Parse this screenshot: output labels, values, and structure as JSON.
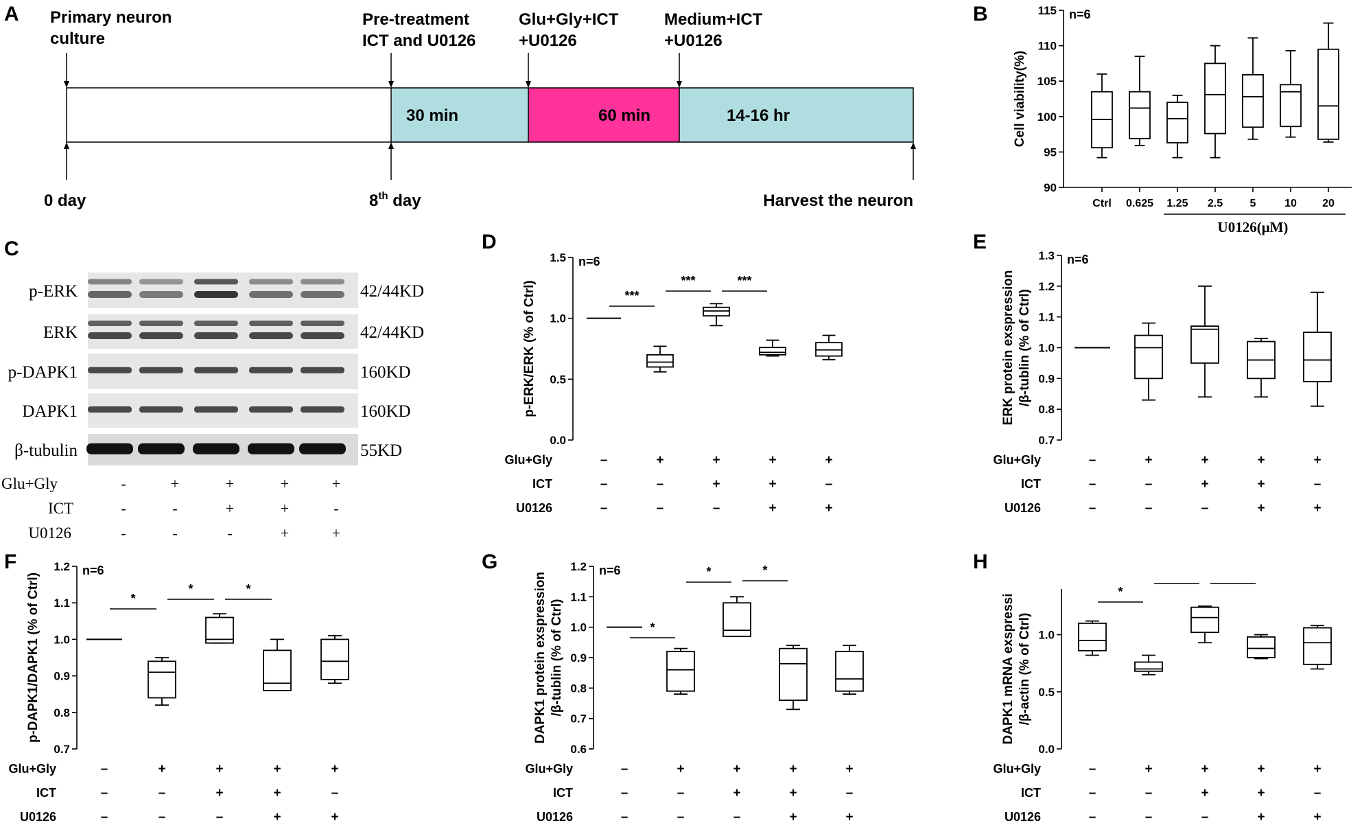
{
  "panels": {
    "A": "A",
    "B": "B",
    "C": "C",
    "D": "D",
    "E": "E",
    "F": "F",
    "G": "G",
    "H": "H"
  },
  "timeline": {
    "top_labels": [
      {
        "lines": [
          "Primary neuron",
          "culture"
        ]
      },
      {
        "lines": [
          "Pre-treatment",
          "ICT and U0126"
        ]
      },
      {
        "lines": [
          "Glu+Gly+ICT",
          "+U0126"
        ]
      },
      {
        "lines": [
          "Medium+ICT",
          "+U0126"
        ]
      }
    ],
    "segments": [
      {
        "label": "",
        "color": "#ffffff"
      },
      {
        "label": "30 min",
        "color": "#b0dde0"
      },
      {
        "label": "60 min",
        "color": "#ff3399"
      },
      {
        "label": "14-16 hr",
        "color": "#b0dde0"
      }
    ],
    "bottom_labels": {
      "day0": "0 day",
      "day8_num": "8",
      "day8_sup": "th",
      "day8_rest": " day",
      "harvest": "Harvest the neuron"
    }
  },
  "western": {
    "bands": [
      {
        "name": "p-ERK",
        "size": "42/44KD"
      },
      {
        "name": "ERK",
        "size": "42/44KD"
      },
      {
        "name": "p-DAPK1",
        "size": "160KD"
      },
      {
        "name": "DAPK1",
        "size": "160KD"
      },
      {
        "name": "β-tubulin",
        "size": "55KD"
      }
    ],
    "conditions": [
      {
        "name": "Glu+Gly",
        "values": [
          "-",
          "+",
          "+",
          "+",
          "+"
        ]
      },
      {
        "name": "ICT",
        "values": [
          "-",
          "-",
          "+",
          "+",
          "-"
        ]
      },
      {
        "name": "U0126",
        "values": [
          "-",
          "-",
          "-",
          "+",
          "+"
        ]
      }
    ]
  },
  "treatment_rows": [
    {
      "name": "Glu+Gly",
      "values": [
        "–",
        "+",
        "+",
        "+",
        "+"
      ]
    },
    {
      "name": "ICT",
      "values": [
        "–",
        "–",
        "+",
        "+",
        "–"
      ]
    },
    {
      "name": "U0126",
      "values": [
        "–",
        "–",
        "–",
        "+",
        "+"
      ]
    }
  ],
  "chart_data": [
    {
      "id": "B",
      "type": "box",
      "n_label": "n=6",
      "ylabel": "Cell viability(%)",
      "xlabel": "U0126(μM)",
      "categories": [
        "Ctrl",
        "0.625",
        "1.25",
        "2.5",
        "5",
        "10",
        "20"
      ],
      "ylim": [
        90,
        115
      ],
      "yticks": [
        90,
        95,
        100,
        105,
        110,
        115
      ],
      "boxes": [
        {
          "min": 94.2,
          "q1": 95.6,
          "median": 99.6,
          "q3": 103.5,
          "max": 106.0
        },
        {
          "min": 95.9,
          "q1": 96.9,
          "median": 101.2,
          "q3": 103.5,
          "max": 108.5
        },
        {
          "min": 94.2,
          "q1": 96.3,
          "median": 99.7,
          "q3": 102.0,
          "max": 103.0
        },
        {
          "min": 94.2,
          "q1": 97.6,
          "median": 103.1,
          "q3": 107.5,
          "max": 110.0
        },
        {
          "min": 96.8,
          "q1": 98.5,
          "median": 102.8,
          "q3": 105.9,
          "max": 111.1
        },
        {
          "min": 97.1,
          "q1": 98.6,
          "median": 103.5,
          "q3": 104.5,
          "max": 109.3
        },
        {
          "min": 96.4,
          "q1": 96.8,
          "median": 101.5,
          "q3": 109.5,
          "max": 113.2
        }
      ]
    },
    {
      "id": "D",
      "type": "box",
      "n_label": "n=6",
      "ylabel": "p-ERK/ERK (% of Ctrl)",
      "ylim": [
        0.0,
        1.5
      ],
      "yticks": [
        "0.0",
        "0.5",
        "1.0",
        "1.5"
      ],
      "boxes": [
        {
          "min": 1.0,
          "q1": 1.0,
          "median": 1.0,
          "q3": 1.0,
          "max": 1.0
        },
        {
          "min": 0.56,
          "q1": 0.6,
          "median": 0.64,
          "q3": 0.7,
          "max": 0.77
        },
        {
          "min": 0.94,
          "q1": 1.02,
          "median": 1.06,
          "q3": 1.09,
          "max": 1.12
        },
        {
          "min": 0.69,
          "q1": 0.7,
          "median": 0.72,
          "q3": 0.76,
          "max": 0.82
        },
        {
          "min": 0.66,
          "q1": 0.69,
          "median": 0.74,
          "q3": 0.8,
          "max": 0.86
        }
      ],
      "significance": [
        {
          "from": 0,
          "to": 1,
          "label": "***"
        },
        {
          "from": 1,
          "to": 2,
          "label": "***"
        },
        {
          "from": 2,
          "to": 3,
          "label": "***"
        }
      ]
    },
    {
      "id": "E",
      "type": "box",
      "n_label": "n=6",
      "ylabel_lines": [
        "ERK  protein exspression",
        "/β-tublin (% of Ctrl)"
      ],
      "ylim": [
        0.7,
        1.3
      ],
      "yticks": [
        "0.7",
        "0.8",
        "0.9",
        "1.0",
        "1.1",
        "1.2",
        "1.3"
      ],
      "boxes": [
        {
          "min": 1.0,
          "q1": 1.0,
          "median": 1.0,
          "q3": 1.0,
          "max": 1.0
        },
        {
          "min": 0.83,
          "q1": 0.9,
          "median": 1.0,
          "q3": 1.04,
          "max": 1.08
        },
        {
          "min": 0.84,
          "q1": 0.95,
          "median": 1.06,
          "q3": 1.07,
          "max": 1.2
        },
        {
          "min": 0.84,
          "q1": 0.9,
          "median": 0.96,
          "q3": 1.02,
          "max": 1.03
        },
        {
          "min": 0.81,
          "q1": 0.89,
          "median": 0.96,
          "q3": 1.05,
          "max": 1.18
        }
      ]
    },
    {
      "id": "F",
      "type": "box",
      "n_label": "n=6",
      "ylabel": "p-DAPK1/DAPK1 (% of Ctrl)",
      "ylim": [
        0.7,
        1.2
      ],
      "yticks": [
        "0.7",
        "0.8",
        "0.9",
        "1.0",
        "1.1",
        "1.2"
      ],
      "boxes": [
        {
          "min": 1.0,
          "q1": 1.0,
          "median": 1.0,
          "q3": 1.0,
          "max": 1.0
        },
        {
          "min": 0.82,
          "q1": 0.84,
          "median": 0.91,
          "q3": 0.94,
          "max": 0.95
        },
        {
          "min": 0.99,
          "q1": 0.99,
          "median": 1.0,
          "q3": 1.06,
          "max": 1.07
        },
        {
          "min": 0.86,
          "q1": 0.86,
          "median": 0.88,
          "q3": 0.97,
          "max": 1.0
        },
        {
          "min": 0.88,
          "q1": 0.89,
          "median": 0.94,
          "q3": 1.0,
          "max": 1.01
        }
      ],
      "significance": [
        {
          "from": 0,
          "to": 1,
          "label": "*"
        },
        {
          "from": 1,
          "to": 2,
          "label": "*"
        },
        {
          "from": 2,
          "to": 3,
          "label": "*"
        }
      ]
    },
    {
      "id": "G",
      "type": "box",
      "n_label": "n=6",
      "ylabel_lines": [
        "DAPK1  protein exspression",
        "/β-tublin (% of Ctrl)"
      ],
      "ylim": [
        0.6,
        1.2
      ],
      "yticks": [
        "0.6",
        "0.7",
        "0.8",
        "0.9",
        "1.0",
        "1.1",
        "1.2"
      ],
      "boxes": [
        {
          "min": 1.0,
          "q1": 1.0,
          "median": 1.0,
          "q3": 1.0,
          "max": 1.0
        },
        {
          "min": 0.78,
          "q1": 0.79,
          "median": 0.86,
          "q3": 0.92,
          "max": 0.93
        },
        {
          "min": 0.97,
          "q1": 0.97,
          "median": 0.99,
          "q3": 1.08,
          "max": 1.1
        },
        {
          "min": 0.73,
          "q1": 0.76,
          "median": 0.88,
          "q3": 0.93,
          "max": 0.94
        },
        {
          "min": 0.78,
          "q1": 0.79,
          "median": 0.83,
          "q3": 0.92,
          "max": 0.94
        }
      ],
      "significance": [
        {
          "from": 0,
          "to": 1,
          "label": "*"
        },
        {
          "from": 1,
          "to": 2,
          "label": "*"
        },
        {
          "from": 2,
          "to": 3,
          "label": "*"
        }
      ]
    },
    {
      "id": "H",
      "type": "box",
      "ylabel_lines": [
        "DAPK1  mRNA exspressi",
        "/β-actin (% of Ctrl)"
      ],
      "ylim": [
        0.0,
        1.4
      ],
      "yticks": [
        "0.0",
        "0.5",
        "1.0"
      ],
      "boxes": [
        {
          "min": 0.82,
          "q1": 0.86,
          "median": 0.95,
          "q3": 1.1,
          "max": 1.12
        },
        {
          "min": 0.65,
          "q1": 0.68,
          "median": 0.7,
          "q3": 0.76,
          "max": 0.82
        },
        {
          "min": 0.93,
          "q1": 1.02,
          "median": 1.15,
          "q3": 1.24,
          "max": 1.25
        },
        {
          "min": 0.79,
          "q1": 0.8,
          "median": 0.88,
          "q3": 0.98,
          "max": 1.0
        },
        {
          "min": 0.7,
          "q1": 0.74,
          "median": 0.93,
          "q3": 1.06,
          "max": 1.08
        }
      ],
      "significance": [
        {
          "from": 0,
          "to": 1,
          "label": "*"
        },
        {
          "from": 1,
          "to": 2,
          "label": ""
        },
        {
          "from": 2,
          "to": 3,
          "label": ""
        }
      ]
    }
  ]
}
